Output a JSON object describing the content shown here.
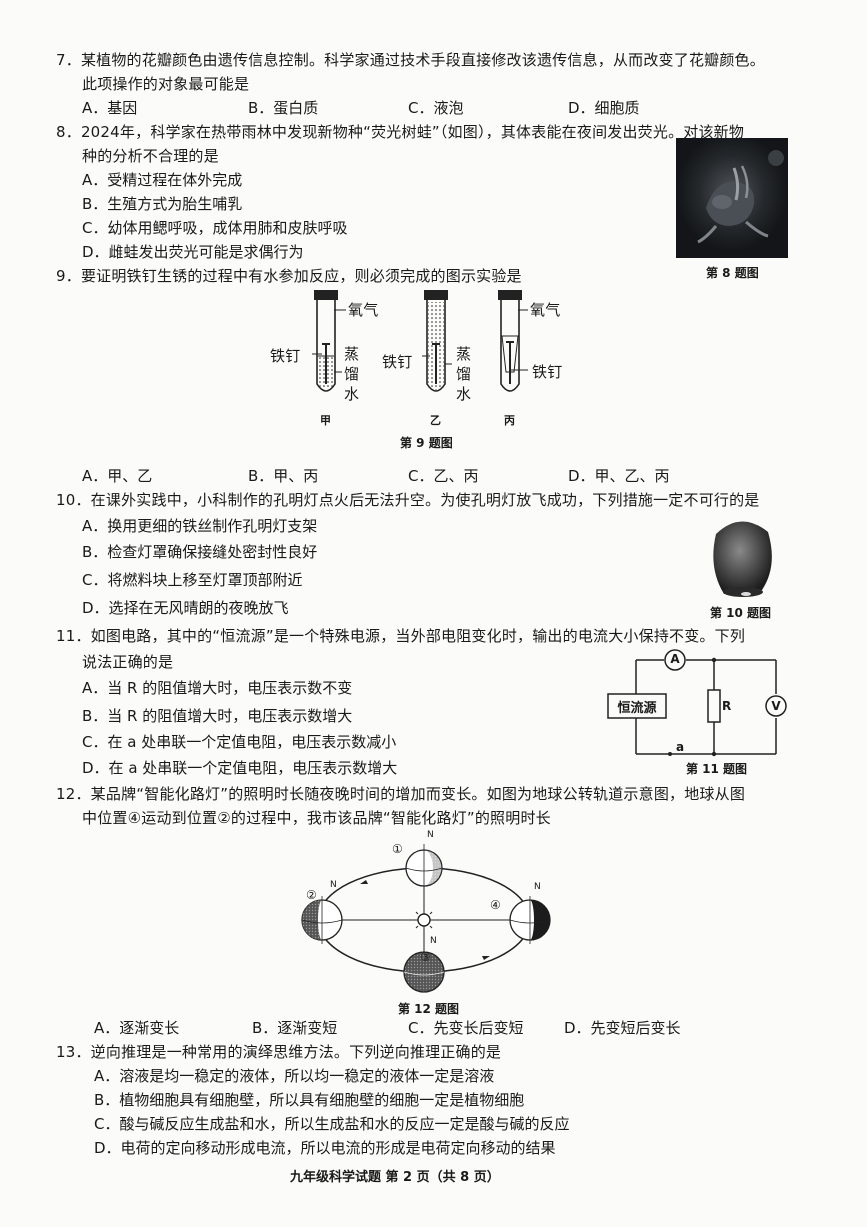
{
  "q7": {
    "line1": "7．某植物的花瓣颜色由遗传信息控制。科学家通过技术手段直接修改该遗传信息，从而改变了花瓣颜色。",
    "line2": "此项操作的对象最可能是",
    "options": [
      "A．基因",
      "B．蛋白质",
      "C．液泡",
      "D．细胞质"
    ]
  },
  "q8": {
    "line1": "8．2024年，科学家在热带雨林中发现新物种“荧光树蛙”（如图），其体表能在夜间发出荧光。对该新物",
    "line2": "种的分析不合理的是",
    "options": [
      "A．受精过程在体外完成",
      "B．生殖方式为胎生哺乳",
      "C．幼体用鳃呼吸，成体用肺和皮肤呼吸",
      "D．雌蛙发出荧光可能是求偶行为"
    ],
    "caption": "第 8 题图"
  },
  "q9": {
    "line1": "9．要证明铁钉生锈的过程中有水参加反应，则必须完成的图示实验是",
    "tube_labels": {
      "oxygen1": "氧气",
      "nail1": "铁钉",
      "water1a": "蒸",
      "water1b": "馏",
      "water1c": "水",
      "nail2": "铁钉",
      "water2a": "蒸",
      "water2b": "馏",
      "water2c": "水",
      "oxygen3": "氧气",
      "nail3": "铁钉",
      "jia": "甲",
      "yi": "乙",
      "bing": "丙"
    },
    "caption": "第 9 题图",
    "options": [
      "A．甲、乙",
      "B．甲、丙",
      "C．乙、丙",
      "D．甲、乙、丙"
    ]
  },
  "q10": {
    "line1": "10．在课外实践中，小科制作的孔明灯点火后无法升空。为使孔明灯放飞成功，下列措施一定不可行的是",
    "options": [
      "A．换用更细的铁丝制作孔明灯支架",
      "B．检查灯罩确保接缝处密封性良好",
      "C．将燃料块上移至灯罩顶部附近",
      "D．选择在无风晴朗的夜晚放飞"
    ],
    "caption": "第 10 题图"
  },
  "q11": {
    "line1": "11．如图电路，其中的“恒流源”是一个特殊电源，当外部电阻变化时，输出的电流大小保持不变。下列",
    "line2": "说法正确的是",
    "options": [
      "A．当 R 的阻值增大时，电压表示数不变",
      "B．当 R 的阻值增大时，电压表示数增大",
      "C．在 a 处串联一个定值电阻，电压表示数减小",
      "D．在 a 处串联一个定值电阻，电压表示数增大"
    ],
    "circuit": {
      "source": "恒流源",
      "ammeter": "A",
      "voltmeter": "V",
      "resistor": "R",
      "point": "a"
    },
    "caption": "第 11 题图"
  },
  "q12": {
    "line1": "12．某品牌“智能化路灯”的照明时长随夜晚时间的增加而变长。如图为地球公转轨道示意图，地球从图",
    "line2": "中位置④运动到位置②的过程中，我市该品牌“智能化路灯”的照明时长",
    "orbit": {
      "p1": "①",
      "p2": "②",
      "p3": "③",
      "p4": "④",
      "north": "N"
    },
    "caption": "第 12 题图",
    "options": [
      "A．逐渐变长",
      "B．逐渐变短",
      "C．先变长后变短",
      "D．先变短后变长"
    ]
  },
  "q13": {
    "line1": "13．逆向推理是一种常用的演绎思维方法。下列逆向推理正确的是",
    "options": [
      "A．溶液是均一稳定的液体，所以均一稳定的液体一定是溶液",
      "B．植物细胞具有细胞壁，所以具有细胞壁的细胞一定是植物细胞",
      "C．酸与碱反应生成盐和水，所以生成盐和水的反应一定是酸与碱的反应",
      "D．电荷的定向移动形成电流，所以电流的形成是电荷定向移动的结果"
    ]
  },
  "footer": "九年级科学试题 第 2 页（共 8 页）"
}
